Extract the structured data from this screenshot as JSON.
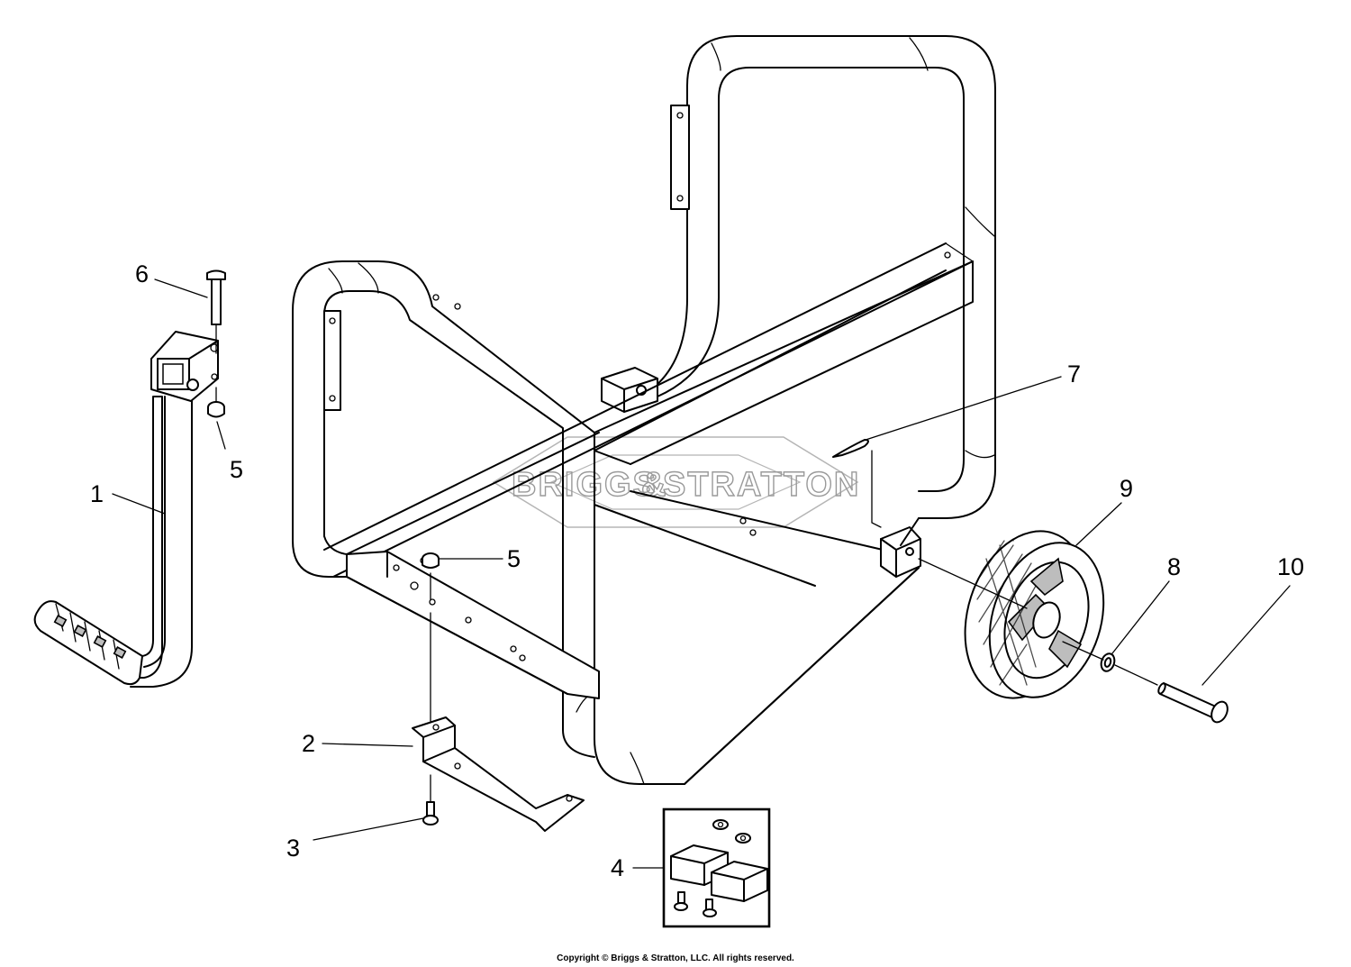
{
  "watermark": {
    "brand_left": "BRIGGS",
    "brand_amp": "&",
    "brand_right": "STRATTON"
  },
  "callouts": [
    {
      "id": "1",
      "label": "1"
    },
    {
      "id": "2",
      "label": "2"
    },
    {
      "id": "3",
      "label": "3"
    },
    {
      "id": "4",
      "label": "4"
    },
    {
      "id": "5a",
      "label": "5"
    },
    {
      "id": "5b",
      "label": "5"
    },
    {
      "id": "6",
      "label": "6"
    },
    {
      "id": "7",
      "label": "7"
    },
    {
      "id": "8",
      "label": "8"
    },
    {
      "id": "9",
      "label": "9"
    },
    {
      "id": "10",
      "label": "10"
    }
  ],
  "footer": {
    "copyright": "Copyright © Briggs & Stratton, LLC. All rights reserved."
  }
}
